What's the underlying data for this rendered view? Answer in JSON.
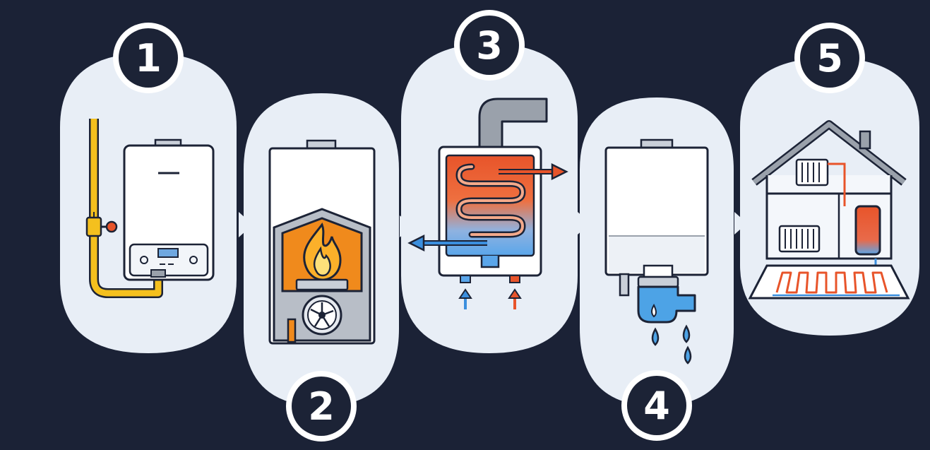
{
  "diagram": {
    "colors": {
      "background": "#1b2236",
      "panel": "#e8eef6",
      "outline": "#1c2336",
      "gas_pipe": "#f4c01e",
      "flame": "#f08a1c",
      "hot": "#e8542a",
      "cold": "#3b8fde",
      "water": "#4da3e6",
      "metal": "#9aa1ab",
      "appliance": "#ffffff"
    },
    "steps": [
      {
        "number": "1",
        "icon": "boiler-with-gas-supply-icon"
      },
      {
        "number": "2",
        "icon": "combustion-chamber-flame-icon"
      },
      {
        "number": "3",
        "icon": "heat-exchanger-icon"
      },
      {
        "number": "4",
        "icon": "condensate-drain-icon"
      },
      {
        "number": "5",
        "icon": "house-heating-distribution-icon"
      }
    ]
  }
}
